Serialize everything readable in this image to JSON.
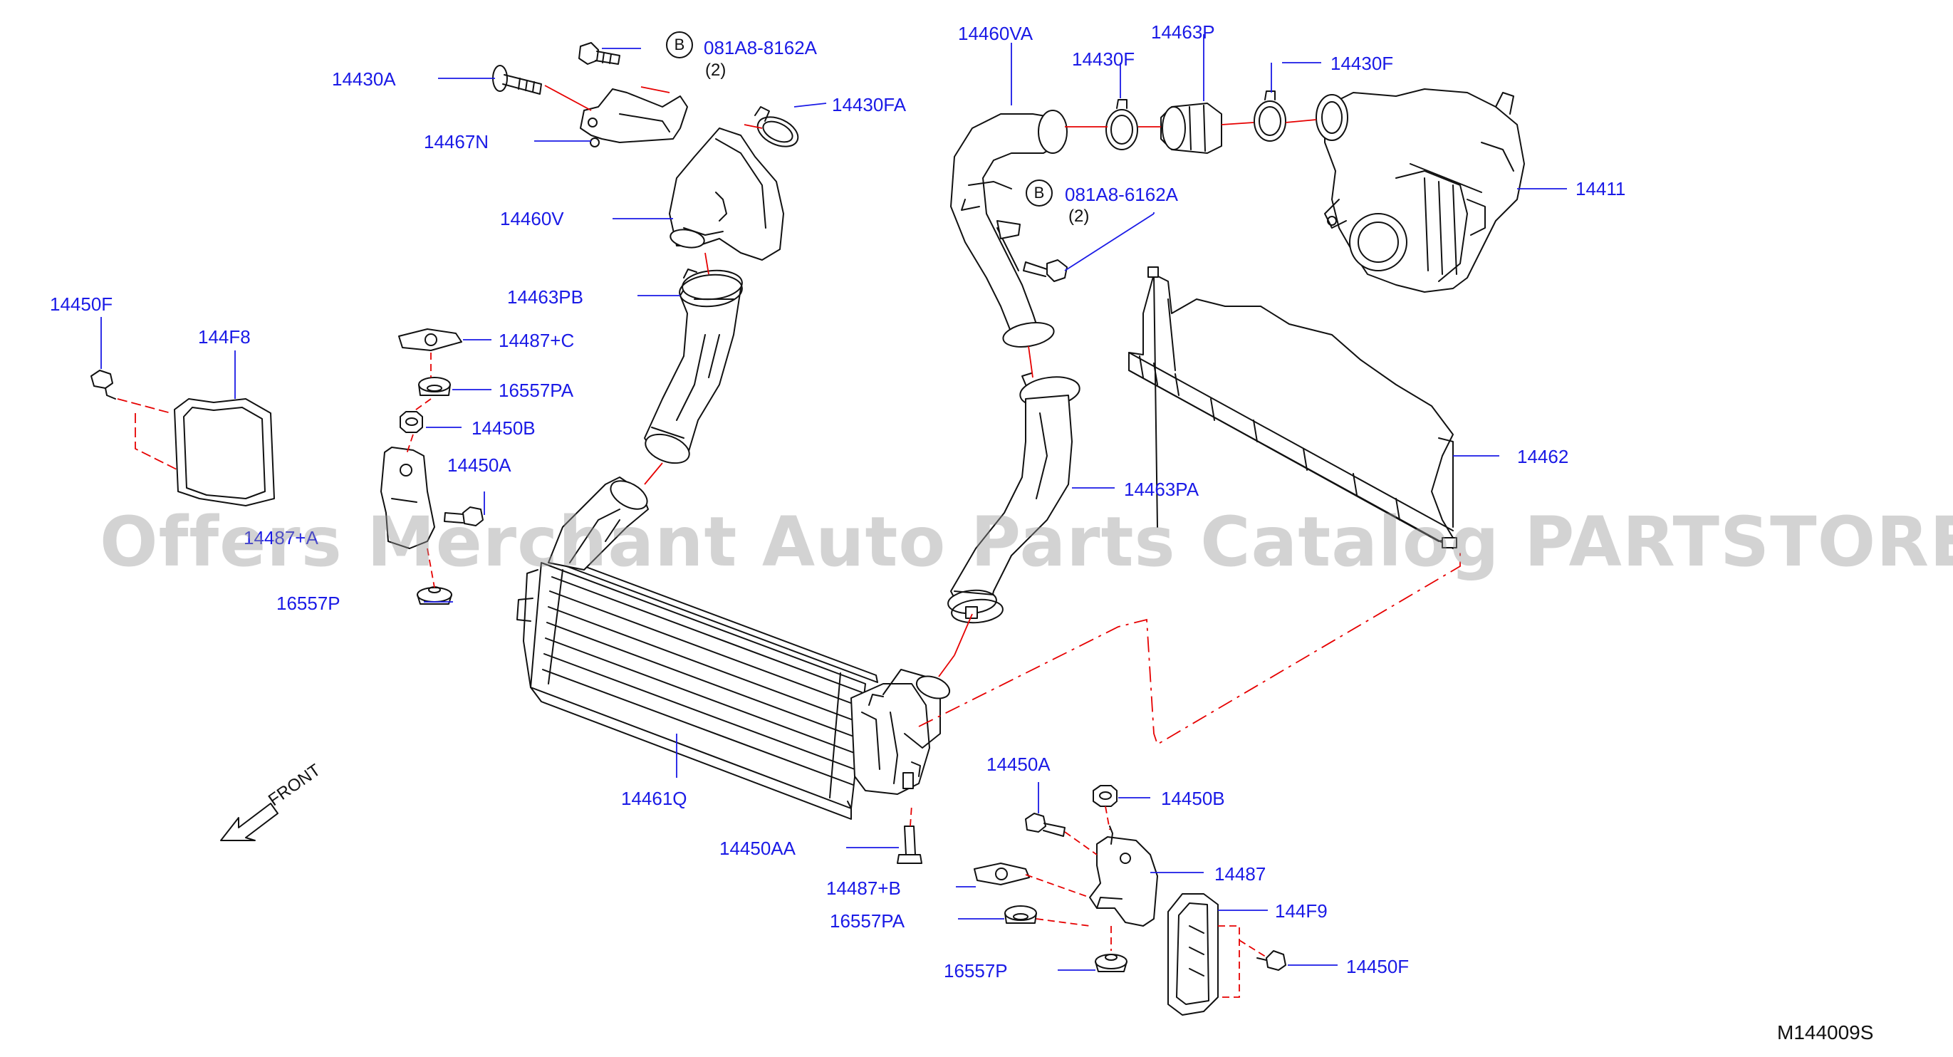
{
  "diagram": {
    "reference_code": "M144009S",
    "front_label": "FRONT",
    "watermark": "Offers Merchant Auto Parts Catalog PARTSTORE.SA",
    "accent_color": "#1a1ae6",
    "leader_color": "#e60000"
  },
  "callouts": {
    "badge_b_1": {
      "badge": "B",
      "part": "081A8-8162A",
      "qty": "(2)"
    },
    "badge_b_2": {
      "badge": "B",
      "part": "081A8-6162A",
      "qty": "(2)"
    },
    "p14430A_top": "14430A",
    "p14467N": "14467N",
    "p14430FA": "14430FA",
    "p14460V": "14460V",
    "p14463PB": "14463PB",
    "p14450F_left": "14450F",
    "p144F8_left": "144F8",
    "p14487C": "14487+C",
    "p16557PA_top": "16557PA",
    "p14450B_top": "14450B",
    "p14450A_mid": "14450A",
    "p14487A_hidden": "14487+A",
    "p16557P_top": "16557P",
    "p14460VA": "14460VA",
    "p14430F_1": "14430F",
    "p14463P": "14463P",
    "p14430F_2": "14430F",
    "p14411": "14411",
    "p14462": "14462",
    "p14463PA": "14463PA",
    "p14461Q": "14461Q",
    "p14450AA": "14450AA",
    "p14450A_bottom": "14450A",
    "p14450B_bottom": "14450B",
    "p14487": "14487",
    "p14487B": "14487+B",
    "p144F9": "144F9",
    "p16557PA_bottom": "16557PA",
    "p16557P_bottom": "16557P",
    "p14450F_right": "14450F"
  }
}
